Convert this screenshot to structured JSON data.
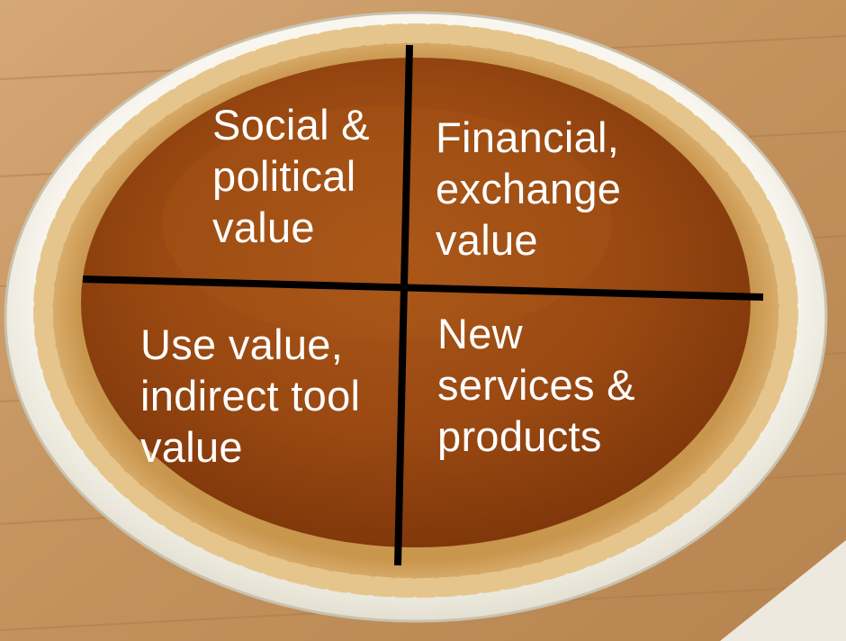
{
  "quadrants": {
    "top_left": [
      "Social &",
      "political",
      "value"
    ],
    "top_right": [
      "Financial,",
      "exchange",
      "value"
    ],
    "bottom_left": [
      "Use value,",
      "indirect tool",
      "value"
    ],
    "bottom_right": [
      "New",
      "services &",
      "products"
    ]
  },
  "colors": {
    "filling": "#9c4a12",
    "crust": "#d8ae6c",
    "dish": "#f4f2e8",
    "countertop": "#c99a66",
    "divider": "#000000",
    "text": "#ffffff"
  }
}
